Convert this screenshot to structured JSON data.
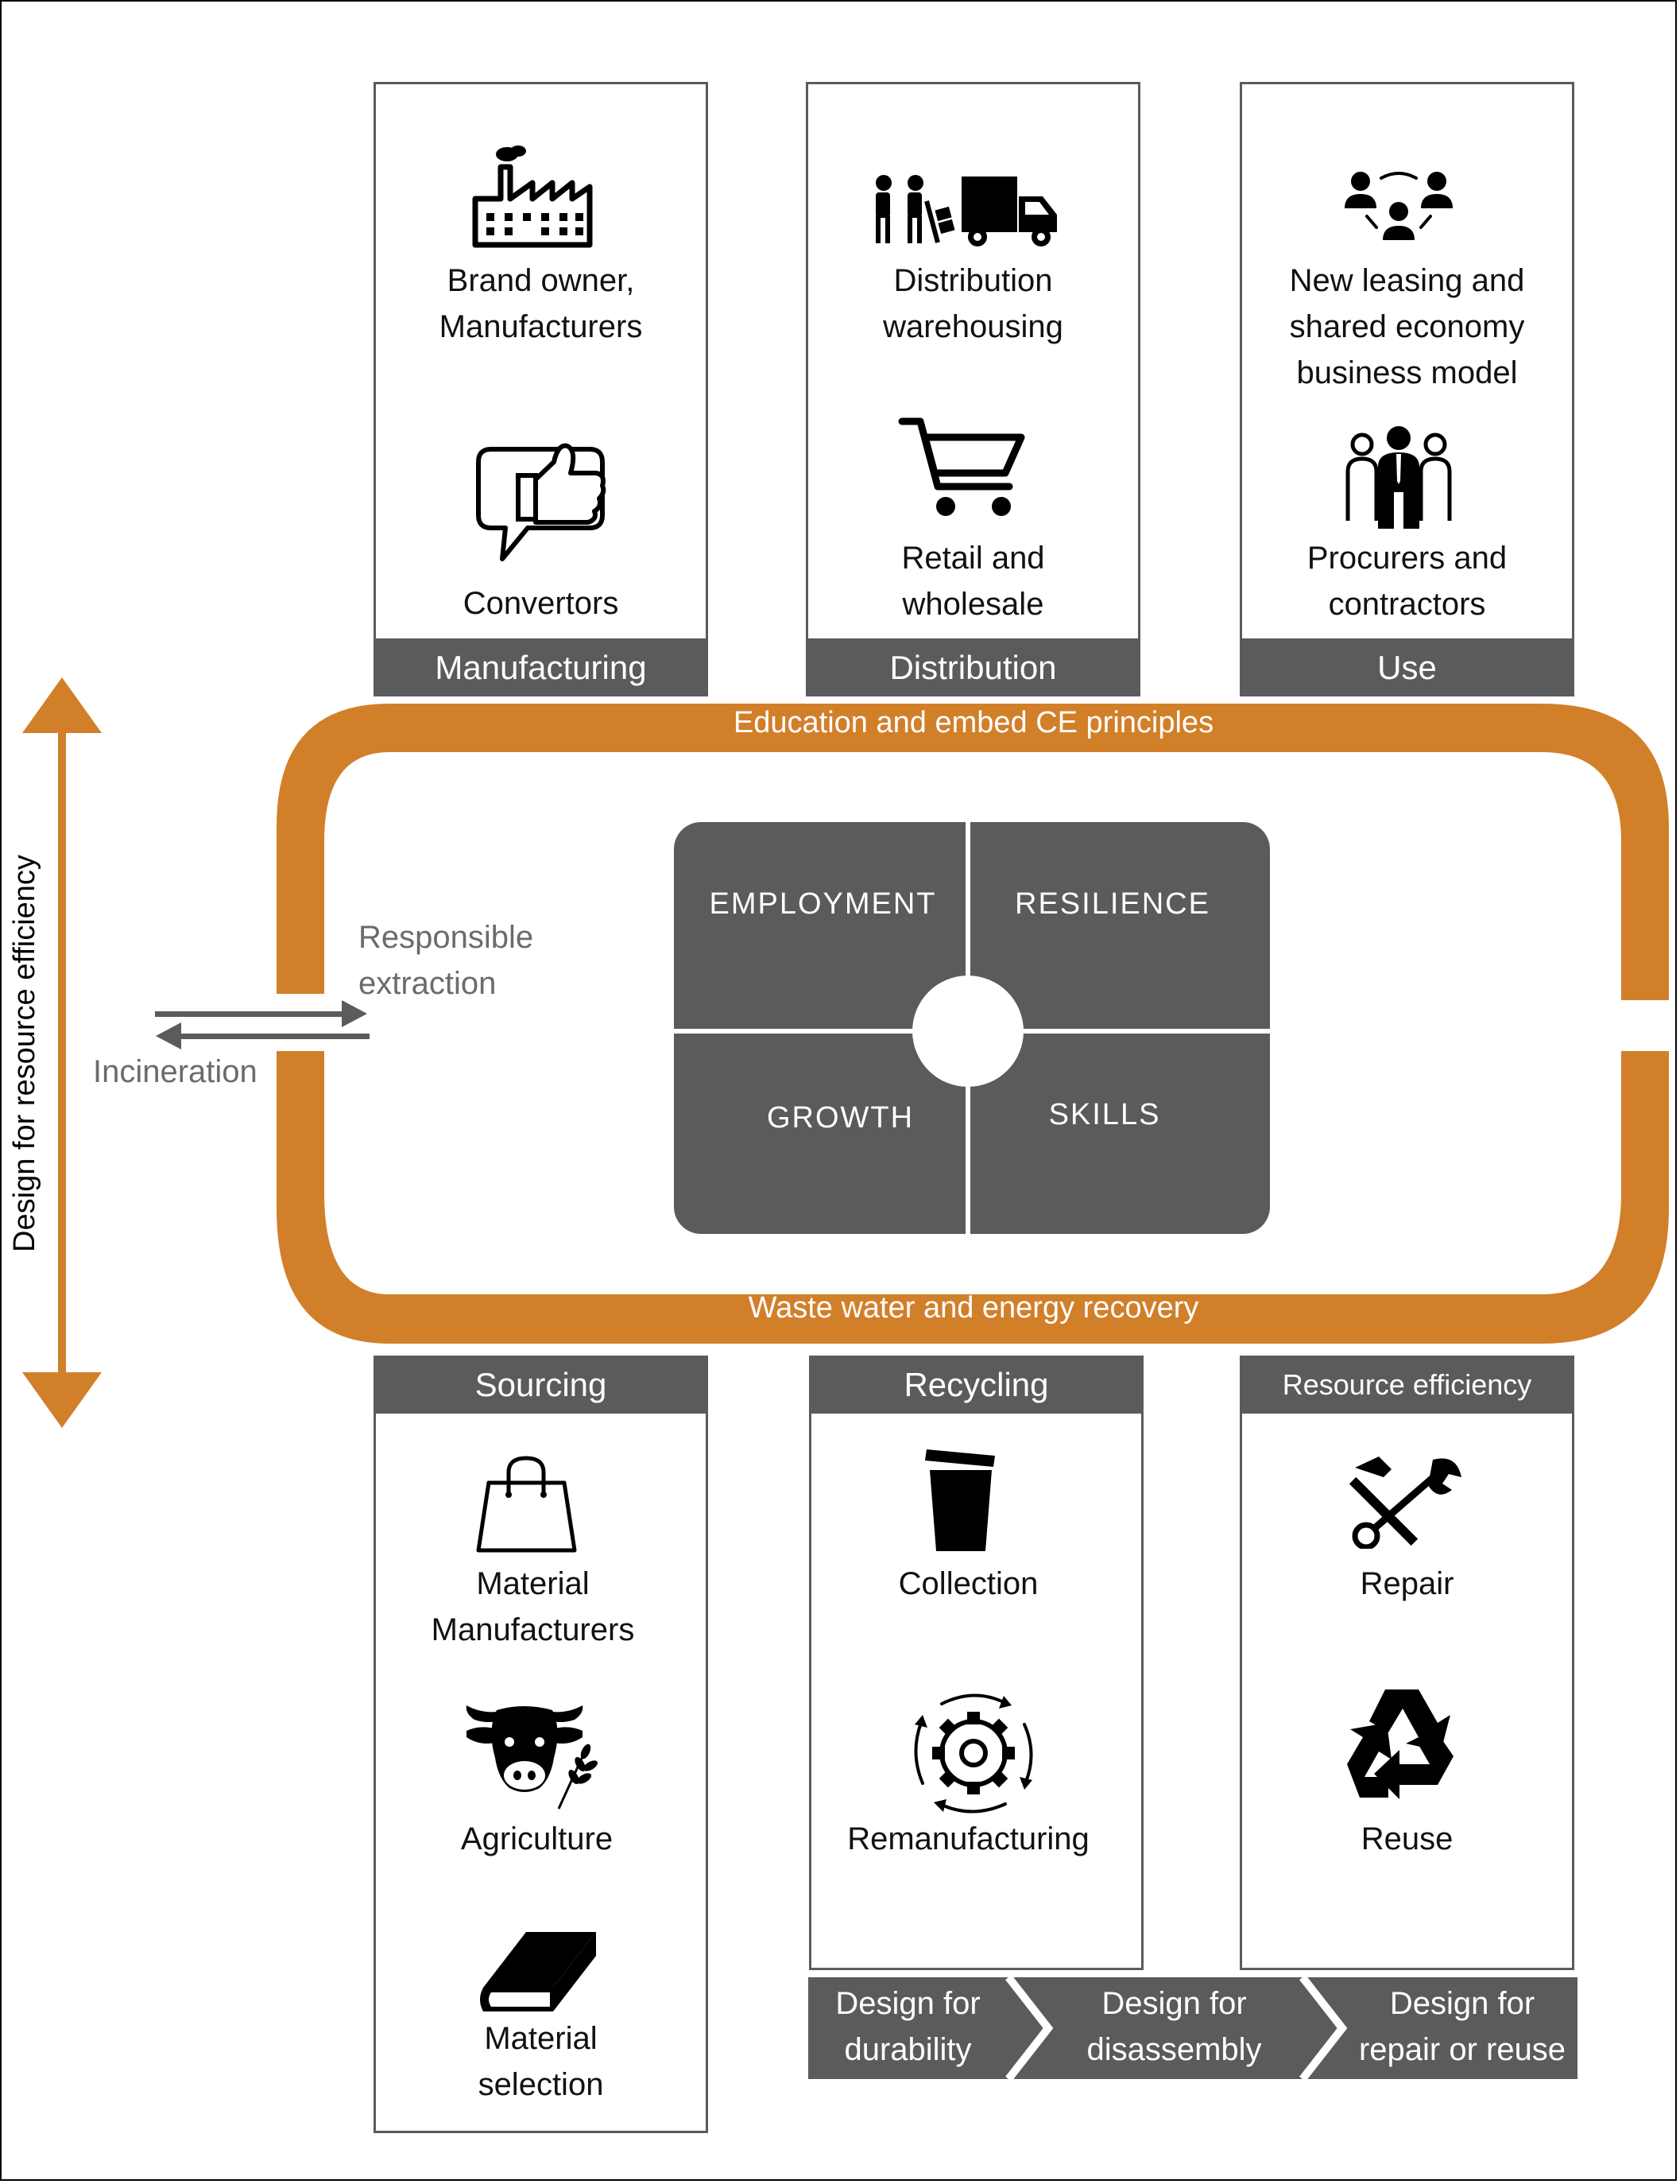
{
  "top": {
    "manufacturing": {
      "label": "Manufacturing",
      "items": [
        {
          "label": "Brand owner,\nManufacturers",
          "icon": "factory-icon"
        },
        {
          "label": "Convertors",
          "icon": "thumbs-up-speech-icon"
        }
      ]
    },
    "distribution": {
      "label": "Distribution",
      "items": [
        {
          "label": "Distribution\nwarehousing",
          "icon": "workers-truck-icon"
        },
        {
          "label": "Retail and\nwholesale",
          "icon": "shopping-cart-icon"
        }
      ]
    },
    "use": {
      "label": "Use",
      "items": [
        {
          "label": "New leasing and\nshared economy\nbusiness model",
          "icon": "people-network-icon"
        },
        {
          "label": "Procurers and\ncontractors",
          "icon": "business-people-icon"
        }
      ]
    }
  },
  "bottom": {
    "sourcing": {
      "label": "Sourcing",
      "items": [
        {
          "label": "Material\nManufacturers",
          "icon": "shopping-bag-icon"
        },
        {
          "label": "Agriculture",
          "icon": "cow-wheat-icon"
        },
        {
          "label": "Material\nselection",
          "icon": "book-icon"
        }
      ]
    },
    "recycling": {
      "label": "Recycling",
      "items": [
        {
          "label": "Collection",
          "icon": "trash-bin-icon"
        },
        {
          "label": "Remanufacturing",
          "icon": "gear-cycle-icon"
        }
      ]
    },
    "resource_efficiency": {
      "label": "Resource efficiency",
      "items": [
        {
          "label": "Repair",
          "icon": "hammer-wrench-icon"
        },
        {
          "label": "Reuse",
          "icon": "recycle-icon"
        }
      ]
    }
  },
  "loop": {
    "top_label": "Education and embed CE principles",
    "bottom_label": "Waste water and energy recovery",
    "color": "#d27f2a"
  },
  "center": {
    "employment": "EMPLOYMENT",
    "resilience": "RESILIENCE",
    "growth": "GROWTH",
    "skills": "SKILLS"
  },
  "side": {
    "responsible_extraction": "Responsible\nextraction",
    "incineration": "Incineration",
    "vertical_label": "Design for resource efficiency"
  },
  "design_steps": [
    "Design for\ndurability",
    "Design for\ndisassembly",
    "Design for\nrepair or reuse"
  ],
  "colors": {
    "panel_gray": "#5b5b5d",
    "accent_orange": "#d27f2a"
  }
}
